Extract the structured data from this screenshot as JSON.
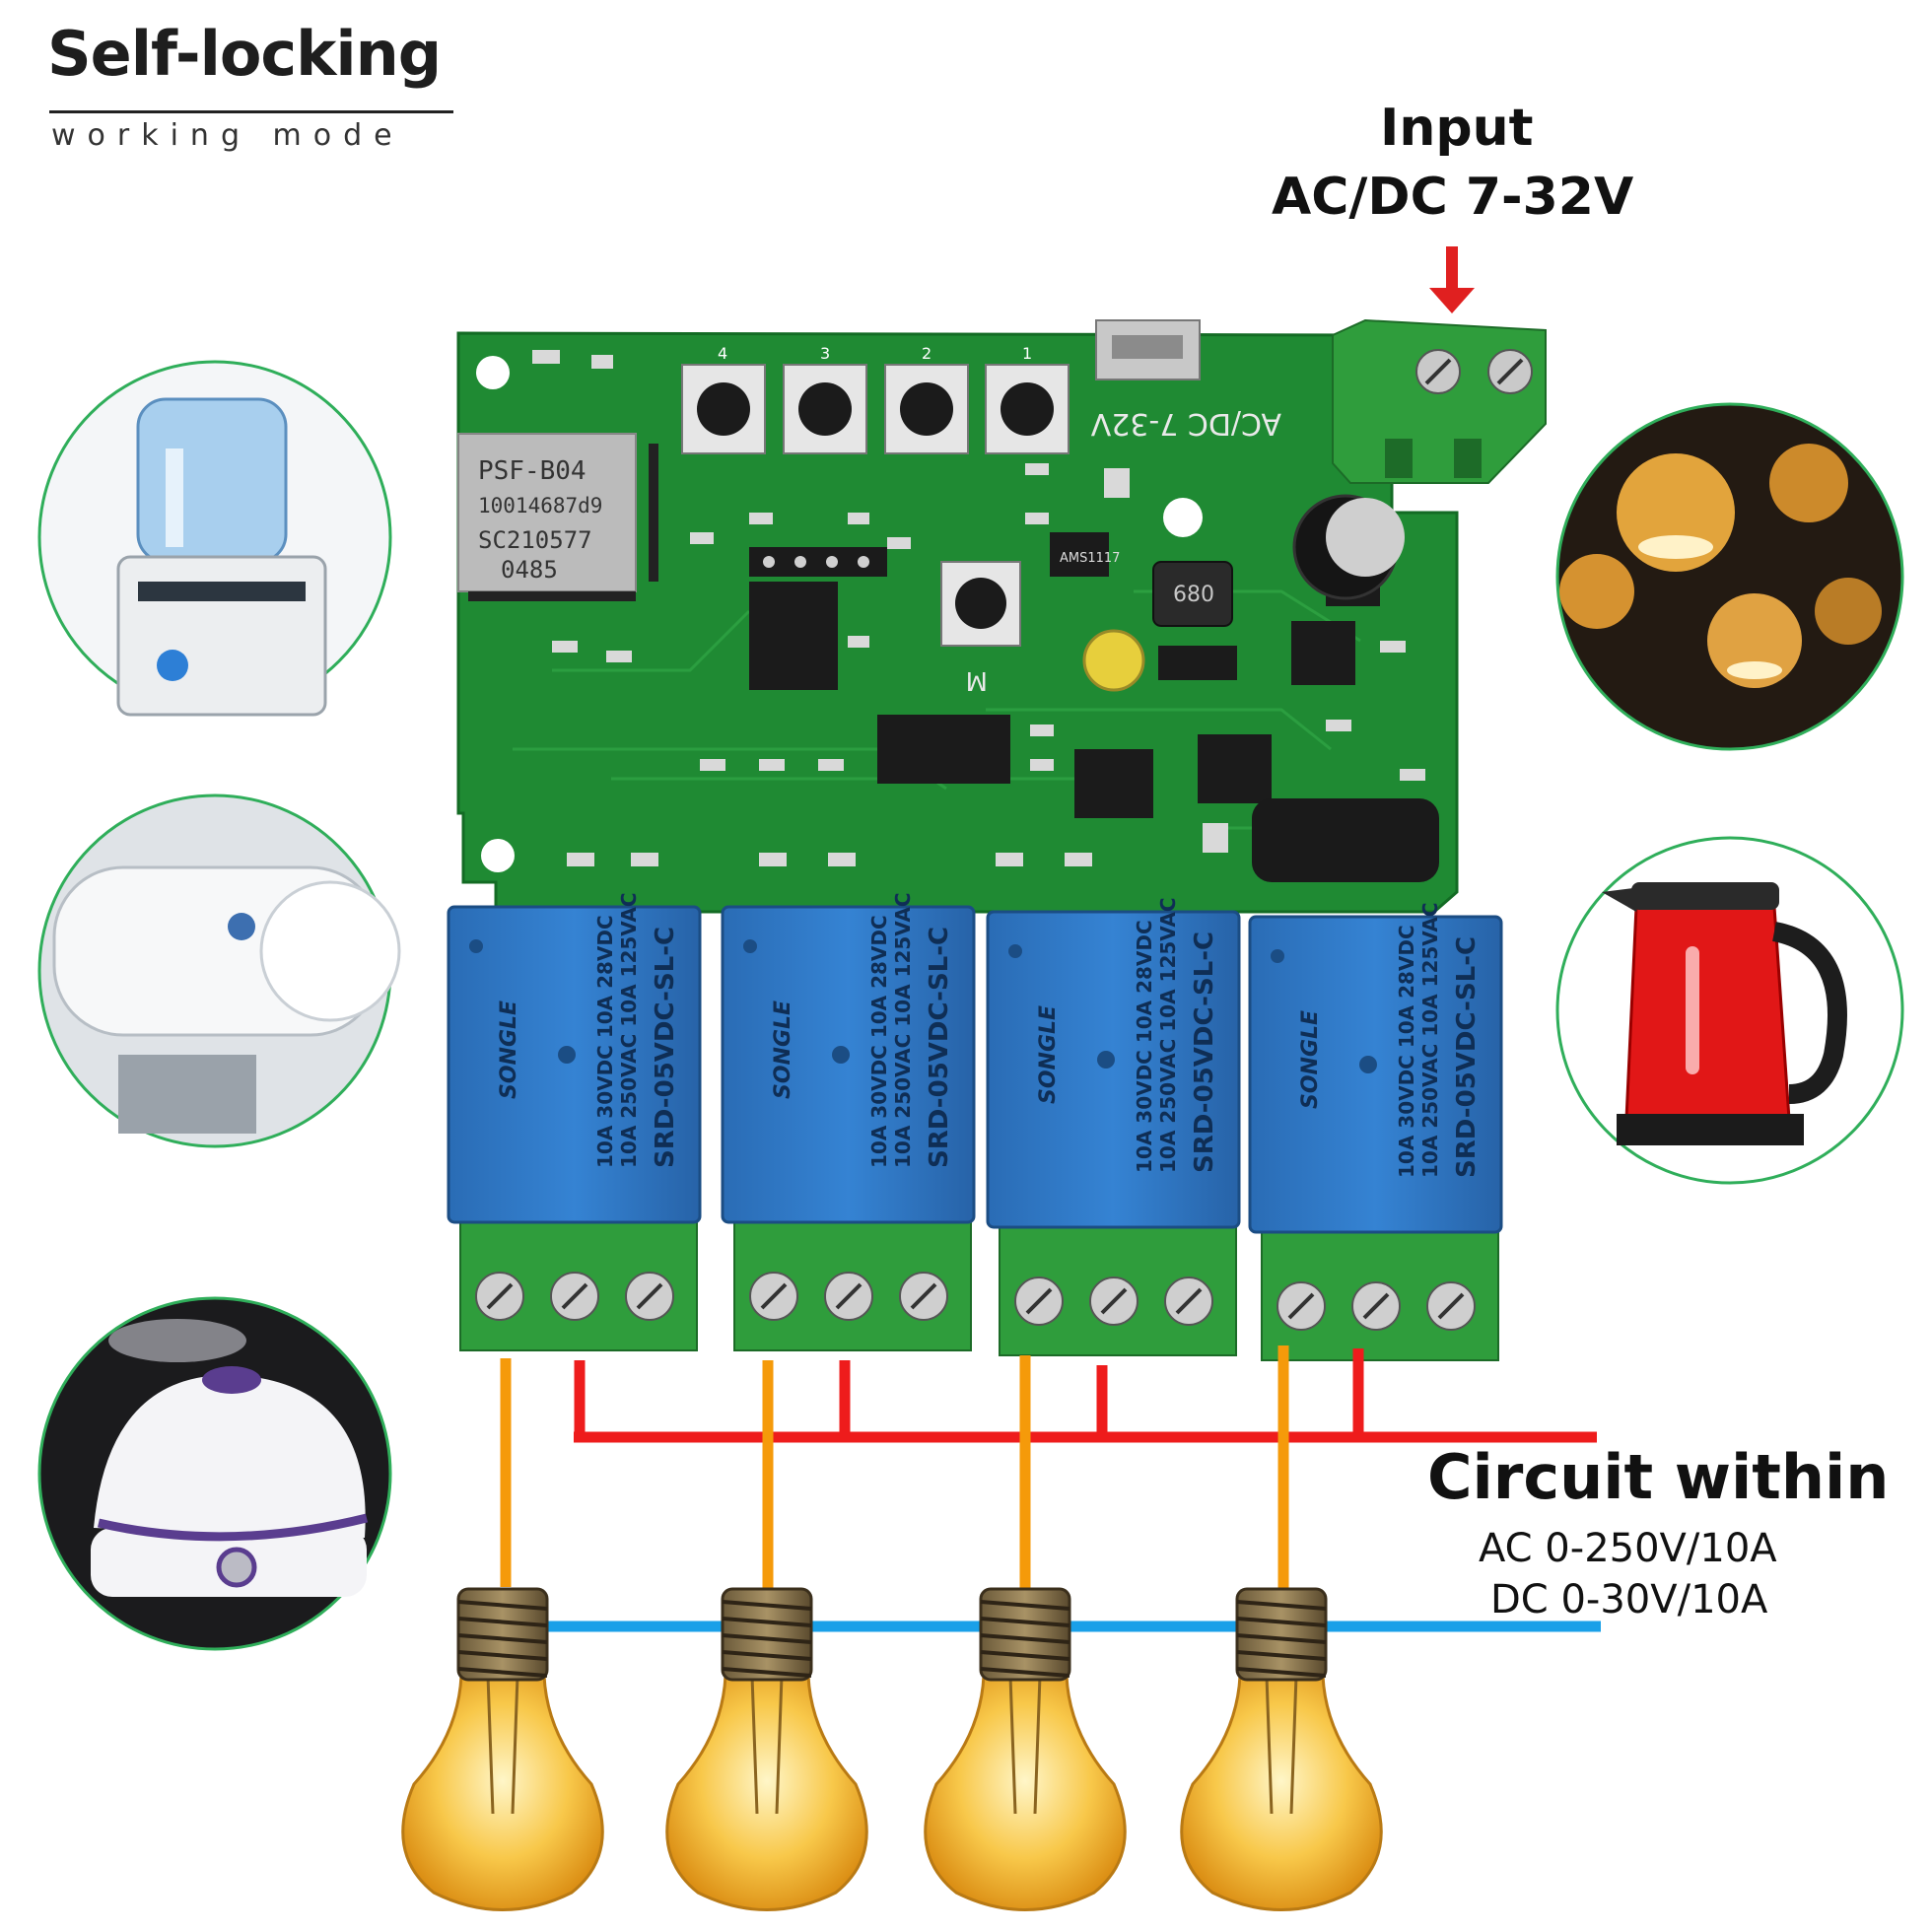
{
  "heading": {
    "title": "Self-locking",
    "subtitle": "working mode"
  },
  "input_label": {
    "line1": "Input",
    "line2": "AC/DC 7-32V"
  },
  "output_label": {
    "line1": "Circuit within",
    "line2": "AC 0-250V/10A",
    "line3": "DC 0-30V/10A"
  },
  "board": {
    "module": [
      "PSF-B04",
      "10014687d9",
      "SC210577",
      "0485"
    ],
    "terminal_marking": "AC/DC 7-32V",
    "chip": "AMS1117",
    "inductor": "680",
    "mode_mark": "M",
    "button_numbers": [
      "4",
      "3",
      "2",
      "1"
    ]
  },
  "relays": [
    {
      "brand": "SONGLE",
      "model": "SRD-05VDC-SL-C",
      "ratings": [
        "10A 250VAC",
        "10A 125VAC",
        "10A 30VDC",
        "10A 28VDC"
      ]
    },
    {
      "brand": "SONGLE",
      "model": "SRD-05VDC-SL-C",
      "ratings": [
        "10A 250VAC",
        "10A 125VAC",
        "10A 30VDC",
        "10A 28VDC"
      ]
    },
    {
      "brand": "SONGLE",
      "model": "SRD-05VDC-SL-C",
      "ratings": [
        "10A 250VAC",
        "10A 125VAC",
        "10A 30VDC",
        "10A 28VDC"
      ]
    },
    {
      "brand": "SONGLE",
      "model": "SRD-05VDC-SL-C",
      "ratings": [
        "10A 250VAC",
        "10A 125VAC",
        "10A 30VDC",
        "10A 28VDC"
      ]
    }
  ],
  "appliances_left": [
    "water-dispenser-icon",
    "water-heater-icon",
    "humidifier-icon"
  ],
  "appliances_right": [
    "pendant-lamps-icon",
    "kettle-icon"
  ],
  "colors": {
    "pcb": "#1f8a33",
    "relay": "#2f78c4",
    "terminal": "#2f9d3c",
    "wire_orange": "#f59a0a",
    "wire_red": "#ee1c1c",
    "wire_blue": "#1aa0e8",
    "arrow": "#e02020",
    "circle_border": "#2fae5a"
  }
}
